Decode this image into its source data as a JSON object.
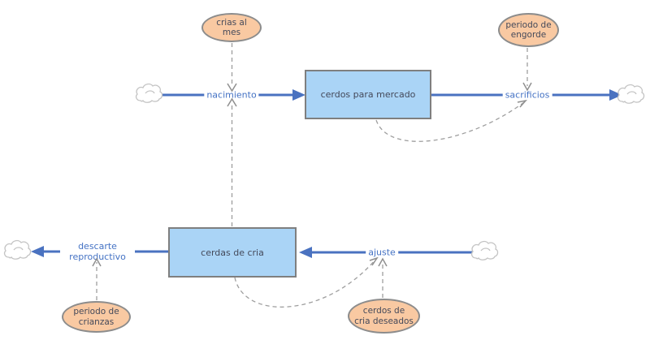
{
  "stocks": [
    {
      "id": "cerdos-para-mercado",
      "label": "cerdos para mercado"
    },
    {
      "id": "cerdas-de-cria",
      "label": "cerdas de cria"
    }
  ],
  "flows": [
    {
      "id": "nacimiento",
      "label": "nacimiento"
    },
    {
      "id": "sacrificios",
      "label": "sacrificios"
    },
    {
      "id": "ajuste",
      "label": "ajuste"
    },
    {
      "id": "descarte-reproductivo",
      "label": "descarte reproductivo"
    }
  ],
  "variables": [
    {
      "id": "crias-al-mes",
      "label": "crias al mes"
    },
    {
      "id": "periodo-de-engorde",
      "label": "periodo de engorde"
    },
    {
      "id": "periodo-de-crianzas",
      "label": "periodo de crianzas"
    },
    {
      "id": "cerdos-de-cria-deseados",
      "label": "cerdos de cria deseados"
    }
  ],
  "colors": {
    "flow_line": "#4a72c0",
    "flow_label": "#4472c4",
    "stock_fill": "#aad4f6",
    "stock_border": "#7f7f7f",
    "stock_text": "#44495a",
    "aux_fill": "#f9c9a2",
    "aux_border": "#8c8c8c",
    "link_dash": "#9e9e9e",
    "cloud_stroke": "#c4c4c4",
    "background": "#ffffff"
  }
}
